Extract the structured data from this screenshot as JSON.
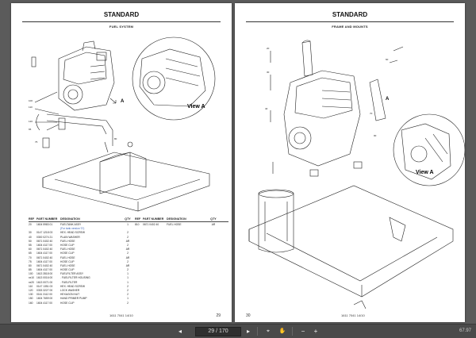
{
  "left_page": {
    "title": "STANDARD",
    "subtitle": "FUEL SYSTEM",
    "view_label": "View A",
    "arrow_label": "A",
    "footer": "1611 7041 14/10",
    "page_number": "29",
    "table": {
      "headers": {
        "ref": "REF",
        "part": "PART NUMBER",
        "designation": "DESIGNATION",
        "qty": "QTY",
        "ref2": "REF",
        "part2": "PART NUMBER",
        "designation2": "DESIGNATION",
        "qty2": "QTY"
      },
      "rows": [
        {
          "ref": "20",
          "part": "1604 5983 01",
          "des": "FUELTANK ASSY",
          "qty": "1",
          "ref2": "810",
          "part2": "0671 0402 40",
          "des2": "FUEL HOSE",
          "qty2": "AR"
        },
        {
          "ref": "",
          "part": "",
          "des": "(For tank version 'D')",
          "qty": "",
          "ref2": "",
          "part2": "",
          "des2": "",
          "qty2": "",
          "blue": true
        },
        {
          "ref": "30",
          "part": "0147 1218 03",
          "des": "HEX. HEAD SCREW",
          "qty": "2",
          "ref2": "",
          "part2": "",
          "des2": "",
          "qty2": ""
        },
        {
          "ref": "40",
          "part": "0300 0274 21",
          "des": "PLAIN WASHER",
          "qty": "2",
          "ref2": "",
          "part2": "",
          "des2": "",
          "qty2": ""
        },
        {
          "ref": "50",
          "part": "0671 0402 40",
          "des": "FUEL HOSE",
          "qty": "AR",
          "ref2": "",
          "part2": "",
          "des2": "",
          "qty2": ""
        },
        {
          "ref": "55",
          "part": "1604 4117 00",
          "des": "HOSE CLIP",
          "qty": "2",
          "ref2": "",
          "part2": "",
          "des2": "",
          "qty2": ""
        },
        {
          "ref": "60",
          "part": "0671 0402 40",
          "des": "FUEL HOSE",
          "qty": "AR",
          "ref2": "",
          "part2": "",
          "des2": "",
          "qty2": ""
        },
        {
          "ref": "65",
          "part": "1604 4117 00",
          "des": "HOSE CLIP",
          "qty": "2",
          "ref2": "",
          "part2": "",
          "des2": "",
          "qty2": ""
        },
        {
          "ref": "70",
          "part": "0671 0402 40",
          "des": "FUEL HOSE",
          "qty": "AR",
          "ref2": "",
          "part2": "",
          "des2": "",
          "qty2": ""
        },
        {
          "ref": "75",
          "part": "1604 4117 00",
          "des": "HOSE CLIP",
          "qty": "2",
          "ref2": "",
          "part2": "",
          "des2": "",
          "qty2": ""
        },
        {
          "ref": "80",
          "part": "0671 0402 40",
          "des": "FUEL HOSE",
          "qty": "AR",
          "ref2": "",
          "part2": "",
          "des2": "",
          "qty2": ""
        },
        {
          "ref": "85",
          "part": "1604 4117 00",
          "des": "HOSE CLIP",
          "qty": "2",
          "ref2": "",
          "part2": "",
          "des2": "",
          "qty2": ""
        },
        {
          "ref": "100",
          "part": "1613 3518 00",
          "des": "FUELFILTER ASSY",
          "qty": "1",
          "ref2": "",
          "part2": "",
          "des2": "",
          "qty2": ""
        },
        {
          "ref": "xx10",
          "part": "1613 0016 00",
          "des": ". FUELFILTER HOUSING",
          "qty": "1",
          "ref2": "",
          "part2": "",
          "des2": "",
          "qty2": ""
        },
        {
          "ref": "xx20",
          "part": "1613 0071 00",
          "des": ". FUELFILTER",
          "qty": "1",
          "ref2": "",
          "part2": "",
          "des2": "",
          "qty2": ""
        },
        {
          "ref": "110",
          "part": "0147 1351 03",
          "des": "HEX. HEAD SCREW",
          "qty": "2",
          "ref2": "",
          "part2": "",
          "des2": "",
          "qty2": ""
        },
        {
          "ref": "120",
          "part": "0333 3227 00",
          "des": "LOCK WASHER",
          "qty": "2",
          "ref2": "",
          "part2": "",
          "des2": "",
          "qty2": ""
        },
        {
          "ref": "130",
          "part": "0161 3112 00",
          "des": "HEXAGON NUT",
          "qty": "2",
          "ref2": "",
          "part2": "",
          "des2": "",
          "qty2": ""
        },
        {
          "ref": "150",
          "part": "1604 7659 00",
          "des": "HAND PRIMER PUMP",
          "qty": "1",
          "ref2": "",
          "part2": "",
          "des2": "",
          "qty2": ""
        },
        {
          "ref": "160",
          "part": "1604 4117 00",
          "des": "HOSE CLIP",
          "qty": "2",
          "ref2": "",
          "part2": "",
          "des2": "",
          "qty2": ""
        }
      ]
    }
  },
  "right_page": {
    "title": "STANDARD",
    "subtitle": "FRAME AND MOUNTS",
    "view_label": "View A",
    "arrow_label": "A",
    "footer": "1611 7041 14/10",
    "page_number": "30"
  },
  "toolbar": {
    "page_display": "29 / 170",
    "zoom": "67.97"
  }
}
